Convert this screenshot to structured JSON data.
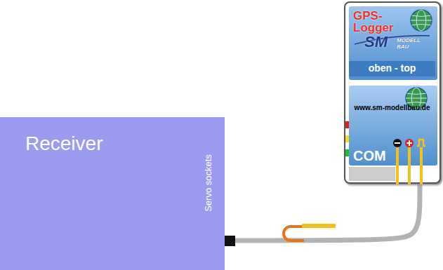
{
  "diagram": {
    "nodes": [
      {
        "text": []
      },
      {
        "text": [
          "GPS-Logger",
          "SM",
          "MODELL BAU",
          "oben - top"
        ],
        "in": 0
      },
      {
        "text": [
          "www.sm-modellbau.de",
          "COM"
        ],
        "in": 0
      },
      {
        "text": [
          "Receiver",
          "Servo sockets"
        ]
      }
    ],
    "edges": [
      {
        "from": 3,
        "to": 0,
        "arrow": "none"
      }
    ]
  }
}
